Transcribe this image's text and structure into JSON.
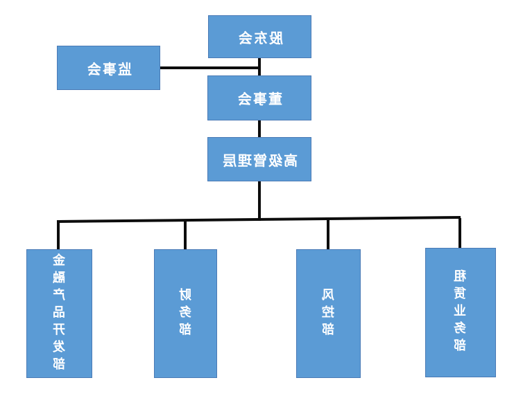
{
  "page": {
    "background": "#FFFFFF"
  },
  "palette": {
    "box_fill": "#5B9BD5",
    "box_border": "#4A7AB5",
    "box_text": "#FFFFFF",
    "line_color": "#0D0D0D"
  },
  "org_chart": {
    "type": "org-chart",
    "text_mirrored_horizontally": true,
    "nodes": [
      {
        "id": "shareholders-meeting",
        "label": "股东会",
        "text_direction": "horizontal"
      },
      {
        "id": "supervisory-board",
        "label": "监事会",
        "text_direction": "horizontal"
      },
      {
        "id": "board-of-directors",
        "label": "董事会",
        "text_direction": "horizontal"
      },
      {
        "id": "senior-management",
        "label": "高级管理层",
        "text_direction": "horizontal"
      },
      {
        "id": "financial-product-development-dept",
        "label": "金融产品开发部",
        "text_direction": "vertical"
      },
      {
        "id": "finance-dept",
        "label": "财务部",
        "text_direction": "vertical"
      },
      {
        "id": "risk-control-dept",
        "label": "风控部",
        "text_direction": "vertical"
      },
      {
        "id": "leasing-business-dept",
        "label": "租赁业务部",
        "text_direction": "vertical"
      }
    ],
    "edges": [
      {
        "from": "shareholders-meeting",
        "to": "board-of-directors"
      },
      {
        "from": "supervisory-board",
        "to": "shareholders-meeting"
      },
      {
        "from": "board-of-directors",
        "to": "senior-management"
      },
      {
        "from": "senior-management",
        "to": "financial-product-development-dept"
      },
      {
        "from": "senior-management",
        "to": "finance-dept"
      },
      {
        "from": "senior-management",
        "to": "risk-control-dept"
      },
      {
        "from": "senior-management",
        "to": "leasing-business-dept"
      }
    ]
  }
}
